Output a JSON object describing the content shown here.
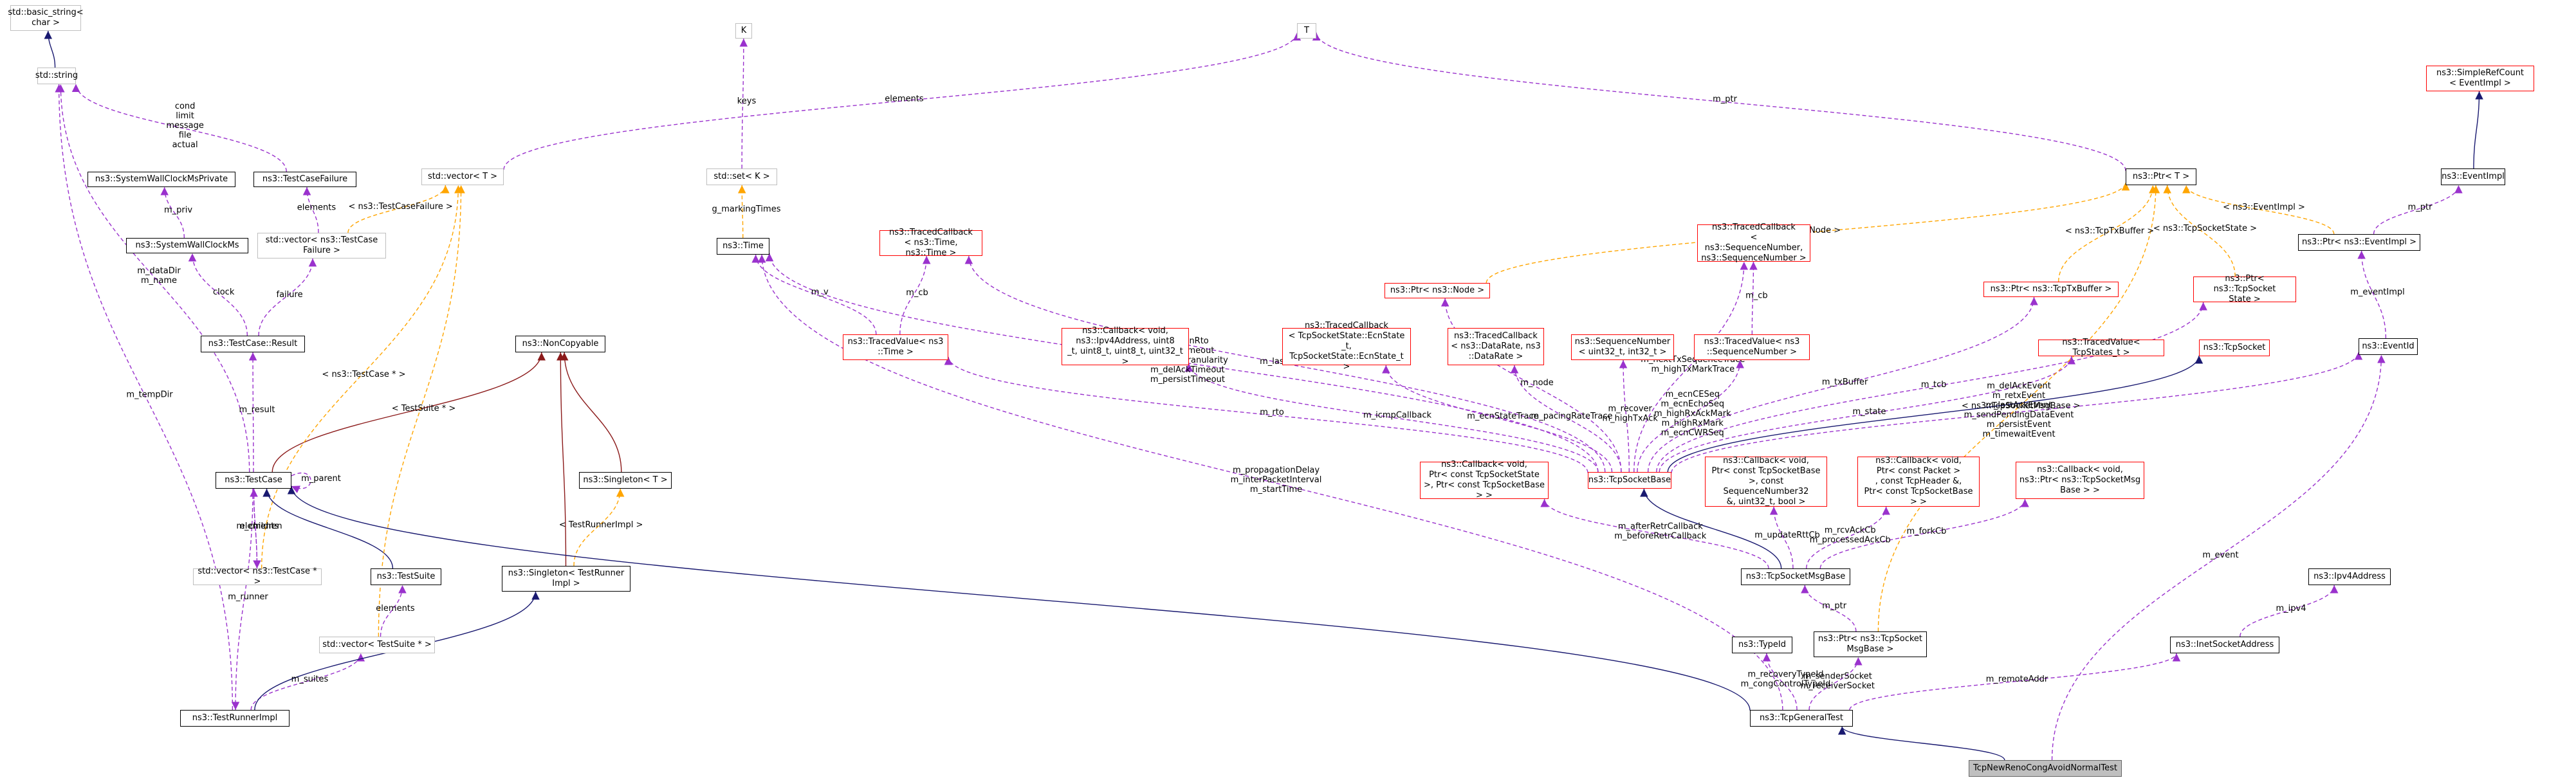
{
  "colors": {
    "inherit": "#191970",
    "usage": "#9a32cd",
    "template": "#ffa500",
    "private": "#8b1a1a"
  },
  "nodes": [
    {
      "id": "basic_string",
      "label": "std::basic_string<\nchar >",
      "style": "grey"
    },
    {
      "id": "string",
      "label": "std::string",
      "style": "grey"
    },
    {
      "id": "T",
      "label": "T",
      "style": "grey"
    },
    {
      "id": "K",
      "label": "K",
      "style": "grey"
    },
    {
      "id": "simplerefcount",
      "label": "ns3::SimpleRefCount\n< EventImpl >",
      "style": "red"
    },
    {
      "id": "swcmp",
      "label": "ns3::SystemWallClockMsPrivate",
      "style": "black"
    },
    {
      "id": "tcf",
      "label": "ns3::TestCaseFailure",
      "style": "black"
    },
    {
      "id": "vecT",
      "label": "std::vector< T >",
      "style": "grey"
    },
    {
      "id": "setK",
      "label": "std::set< K >",
      "style": "grey"
    },
    {
      "id": "ptrT",
      "label": "ns3::Ptr< T >",
      "style": "black"
    },
    {
      "id": "eventimpl",
      "label": "ns3::EventImpl",
      "style": "black"
    },
    {
      "id": "swcm",
      "label": "ns3::SystemWallClockMs",
      "style": "black"
    },
    {
      "id": "vectcf",
      "label": "std::vector< ns3::TestCase\nFailure >",
      "style": "grey"
    },
    {
      "id": "time",
      "label": "ns3::Time",
      "style": "black"
    },
    {
      "id": "tcb_time",
      "label": "ns3::TracedCallback\n< ns3::Time, ns3::Time >",
      "style": "red"
    },
    {
      "id": "tcb_seq",
      "label": "ns3::TracedCallback\n< ns3::SequenceNumber,\n ns3::SequenceNumber >",
      "style": "red"
    },
    {
      "id": "ptr_txbuf",
      "label": "ns3::Ptr< ns3::TcpTxBuffer >",
      "style": "red"
    },
    {
      "id": "ptr_sockstate",
      "label": "ns3::Ptr< ns3::TcpSocket\nState >",
      "style": "red"
    },
    {
      "id": "ptr_eventimpl",
      "label": "ns3::Ptr< ns3::EventImpl >",
      "style": "black"
    },
    {
      "id": "ptr_node",
      "label": "ns3::Ptr< ns3::Node >",
      "style": "red"
    },
    {
      "id": "tcresult",
      "label": "ns3::TestCase::Result",
      "style": "black"
    },
    {
      "id": "noncopyable",
      "label": "ns3::NonCopyable",
      "style": "black"
    },
    {
      "id": "tv_time",
      "label": "ns3::TracedValue< ns3\n::Time >",
      "style": "red"
    },
    {
      "id": "cb_icmp",
      "label": "ns3::Callback< void,\n ns3::Ipv4Address, uint8\n_t, uint8_t, uint8_t, uint32_t >",
      "style": "red"
    },
    {
      "id": "tcb_ecn",
      "label": "ns3::TracedCallback\n< TcpSocketState::EcnState\n_t, TcpSocketState::EcnState_t >",
      "style": "red"
    },
    {
      "id": "tcb_datarate",
      "label": "ns3::TracedCallback\n< ns3::DataRate, ns3\n::DataRate >",
      "style": "red"
    },
    {
      "id": "seqnum",
      "label": "ns3::SequenceNumber\n< uint32_t, int32_t >",
      "style": "red"
    },
    {
      "id": "tv_seq",
      "label": "ns3::TracedValue< ns3\n::SequenceNumber >",
      "style": "red"
    },
    {
      "id": "tv_states",
      "label": "ns3::TracedValue< TcpStates_t >",
      "style": "red"
    },
    {
      "id": "tcpsocket",
      "label": "ns3::TcpSocket",
      "style": "red"
    },
    {
      "id": "eventid",
      "label": "ns3::EventId",
      "style": "black"
    },
    {
      "id": "testcase",
      "label": "ns3::TestCase",
      "style": "black"
    },
    {
      "id": "singletonT",
      "label": "ns3::Singleton< T >",
      "style": "black"
    },
    {
      "id": "cb_state",
      "label": "ns3::Callback< void,\n Ptr< const TcpSocketState\n>, Ptr< const TcpSocketBase > >",
      "style": "red"
    },
    {
      "id": "tcpsocketbase",
      "label": "ns3::TcpSocketBase",
      "style": "red"
    },
    {
      "id": "cb_seqnum",
      "label": "ns3::Callback< void,\n Ptr< const TcpSocketBase\n>, const SequenceNumber32\n &, uint32_t, bool >",
      "style": "red"
    },
    {
      "id": "cb_packet",
      "label": "ns3::Callback< void,\n Ptr< const Packet >\n, const TcpHeader &,\n Ptr< const TcpSocketBase > >",
      "style": "red"
    },
    {
      "id": "cb_msgbase",
      "label": "ns3::Callback< void,\n ns3::Ptr< ns3::TcpSocketMsg\nBase > >",
      "style": "red"
    },
    {
      "id": "singleton_runner",
      "label": "ns3::Singleton< TestRunner\nImpl >",
      "style": "black"
    },
    {
      "id": "vectestcase",
      "label": "std::vector< ns3::TestCase * >",
      "style": "grey"
    },
    {
      "id": "testsuite",
      "label": "ns3::TestSuite",
      "style": "black"
    },
    {
      "id": "msgbase",
      "label": "ns3::TcpSocketMsgBase",
      "style": "black"
    },
    {
      "id": "ipv4addr",
      "label": "ns3::Ipv4Address",
      "style": "black"
    },
    {
      "id": "vecsuite",
      "label": "std::vector< TestSuite * >",
      "style": "grey"
    },
    {
      "id": "typeid",
      "label": "ns3::TypeId",
      "style": "black"
    },
    {
      "id": "ptr_msgbase",
      "label": "ns3::Ptr< ns3::TcpSocket\nMsgBase >",
      "style": "black"
    },
    {
      "id": "inetsock",
      "label": "ns3::InetSocketAddress",
      "style": "black"
    },
    {
      "id": "runnerimpl",
      "label": "ns3::TestRunnerImpl",
      "style": "black"
    },
    {
      "id": "generaltest",
      "label": "ns3::TcpGeneralTest",
      "style": "black"
    },
    {
      "id": "focus",
      "label": "TcpNewRenoCongAvoidNormalTest",
      "style": "focus"
    }
  ],
  "edges": [
    {
      "from": "basic_string",
      "to": "string",
      "kind": "inherit",
      "label": ""
    },
    {
      "from": "simplerefcount",
      "to": "eventimpl",
      "kind": "inherit",
      "label": ""
    },
    {
      "from": "string",
      "to": "tcf",
      "kind": "usage",
      "label": "cond\nlimit\nmessage\nfile\nactual"
    },
    {
      "from": "T",
      "to": "vecT",
      "kind": "usage",
      "label": "elements"
    },
    {
      "from": "T",
      "to": "ptrT",
      "kind": "usage",
      "label": "m_ptr"
    },
    {
      "from": "K",
      "to": "setK",
      "kind": "usage",
      "label": "keys"
    },
    {
      "from": "swcmp",
      "to": "swcm",
      "kind": "usage",
      "label": "m_priv"
    },
    {
      "from": "tcf",
      "to": "vectcf",
      "kind": "usage",
      "label": "elements"
    },
    {
      "from": "vecT",
      "to": "vectcf",
      "kind": "template",
      "label": "< ns3::TestCaseFailure >"
    },
    {
      "from": "setK",
      "to": "time",
      "kind": "template",
      "label": "g_markingTimes"
    },
    {
      "from": "eventimpl",
      "to": "ptr_eventimpl",
      "kind": "usage",
      "label": "m_ptr"
    },
    {
      "from": "ptrT",
      "to": "ptr_node",
      "kind": "template",
      "label": "< ns3::Node >"
    },
    {
      "from": "ptrT",
      "to": "ptr_txbuf",
      "kind": "template",
      "label": "< ns3::TcpTxBuffer >"
    },
    {
      "from": "ptrT",
      "to": "ptr_sockstate",
      "kind": "template",
      "label": "< ns3::TcpSocketState >"
    },
    {
      "from": "ptrT",
      "to": "ptr_eventimpl",
      "kind": "template",
      "label": "< ns3::EventImpl >"
    },
    {
      "from": "swcm",
      "to": "tcresult",
      "kind": "usage",
      "label": "clock"
    },
    {
      "from": "vectcf",
      "to": "tcresult",
      "kind": "usage",
      "label": "failure"
    },
    {
      "from": "time",
      "to": "tv_time",
      "kind": "usage",
      "label": "m_v"
    },
    {
      "from": "tcb_time",
      "to": "tv_time",
      "kind": "usage",
      "label": "m_cb"
    },
    {
      "from": "tcb_seq",
      "to": "tv_seq",
      "kind": "usage",
      "label": "m_cb"
    },
    {
      "from": "ptr_eventimpl",
      "to": "eventid",
      "kind": "usage",
      "label": "m_eventImpl"
    },
    {
      "from": "tcresult",
      "to": "testcase",
      "kind": "usage",
      "label": "m_result"
    },
    {
      "from": "string",
      "to": "testcase",
      "kind": "usage",
      "label": "m_dataDir\nm_name"
    },
    {
      "from": "noncopyable",
      "to": "testcase",
      "kind": "private",
      "label": ""
    },
    {
      "from": "noncopyable",
      "to": "singletonT",
      "kind": "private",
      "label": ""
    },
    {
      "from": "noncopyable",
      "to": "singleton_runner",
      "kind": "private",
      "label": ""
    },
    {
      "from": "testcase",
      "to": "testcase",
      "kind": "usage",
      "label": "m_parent"
    },
    {
      "from": "vecT",
      "to": "vectestcase",
      "kind": "template",
      "label": "< ns3::TestCase * >"
    },
    {
      "from": "testcase",
      "to": "vectestcase",
      "kind": "usage",
      "label": "elements"
    },
    {
      "from": "vectestcase",
      "to": "testcase",
      "kind": "usage",
      "label": "m_children"
    },
    {
      "from": "testcase",
      "to": "testsuite",
      "kind": "inherit",
      "label": ""
    },
    {
      "from": "singletonT",
      "to": "singleton_runner",
      "kind": "template",
      "label": "< TestRunnerImpl >"
    },
    {
      "from": "testsuite",
      "to": "vecsuite",
      "kind": "usage",
      "label": "elements"
    },
    {
      "from": "vecT",
      "to": "vecsuite",
      "kind": "template",
      "label": "< TestSuite * >"
    },
    {
      "from": "vecsuite",
      "to": "runnerimpl",
      "kind": "usage",
      "label": "m_suites"
    },
    {
      "from": "singleton_runner",
      "to": "runnerimpl",
      "kind": "inherit",
      "label": ""
    },
    {
      "from": "runnerimpl",
      "to": "testcase",
      "kind": "usage",
      "label": "m_runner"
    },
    {
      "from": "string",
      "to": "runnerimpl",
      "kind": "usage",
      "label": "m_tempDir"
    },
    {
      "from": "time",
      "to": "tcpsocketbase",
      "kind": "usage",
      "label": "m_minRto\nm_clTimeout\nm_clockGranularity\nm_delAckTimeout\nm_persistTimeout"
    },
    {
      "from": "tv_time",
      "to": "tcpsocketbase",
      "kind": "usage",
      "label": "m_rto"
    },
    {
      "from": "tcb_time",
      "to": "tcpsocketbase",
      "kind": "usage",
      "label": "m_lastRttTrace"
    },
    {
      "from": "cb_icmp",
      "to": "tcpsocketbase",
      "kind": "usage",
      "label": "m_icmpCallback"
    },
    {
      "from": "ptr_node",
      "to": "tcpsocketbase",
      "kind": "usage",
      "label": "m_node"
    },
    {
      "from": "tcb_ecn",
      "to": "tcpsocketbase",
      "kind": "usage",
      "label": "m_ecnStateTrace"
    },
    {
      "from": "tcb_datarate",
      "to": "tcpsocketbase",
      "kind": "usage",
      "label": "m_pacingRateTrace"
    },
    {
      "from": "seqnum",
      "to": "tcpsocketbase",
      "kind": "usage",
      "label": "m_recover\nm_highTxAck"
    },
    {
      "from": "tcb_seq",
      "to": "tcpsocketbase",
      "kind": "usage",
      "label": "m_nextTxSequenceTrace\nm_highTxMarkTrace"
    },
    {
      "from": "tv_seq",
      "to": "tcpsocketbase",
      "kind": "usage",
      "label": "m_ecnCESeq\nm_ecnEchoSeq\nm_highRxAckMark\nm_highRxMark\nm_ecnCWRSeq"
    },
    {
      "from": "ptr_txbuf",
      "to": "tcpsocketbase",
      "kind": "usage",
      "label": "m_txBuffer"
    },
    {
      "from": "tv_states",
      "to": "tcpsocketbase",
      "kind": "usage",
      "label": "m_state"
    },
    {
      "from": "ptr_sockstate",
      "to": "tcpsocketbase",
      "kind": "usage",
      "label": "m_tcb"
    },
    {
      "from": "tcpsocket",
      "to": "tcpsocketbase",
      "kind": "inherit",
      "label": ""
    },
    {
      "from": "eventid",
      "to": "tcpsocketbase",
      "kind": "usage",
      "label": "m_delAckEvent\nm_retxEvent\nm_lastAckEvent\nm_sendPendingDataEvent\nm_persistEvent\nm_timewaitEvent"
    },
    {
      "from": "tcpsocketbase",
      "to": "msgbase",
      "kind": "inherit",
      "label": ""
    },
    {
      "from": "cb_state",
      "to": "msgbase",
      "kind": "usage",
      "label": "m_afterRetrCallback\nm_beforeRetrCallback"
    },
    {
      "from": "cb_seqnum",
      "to": "msgbase",
      "kind": "usage",
      "label": "m_updateRttCb"
    },
    {
      "from": "cb_packet",
      "to": "msgbase",
      "kind": "usage",
      "label": "m_rcvAckCb\nm_processedAckCb"
    },
    {
      "from": "cb_msgbase",
      "to": "msgbase",
      "kind": "usage",
      "label": "m_forkCb"
    },
    {
      "from": "msgbase",
      "to": "ptr_msgbase",
      "kind": "usage",
      "label": "m_ptr"
    },
    {
      "from": "ptrT",
      "to": "ptr_msgbase",
      "kind": "template",
      "label": "< ns3::TcpSocketMsgBase >"
    },
    {
      "from": "ipv4addr",
      "to": "inetsock",
      "kind": "usage",
      "label": "m_ipv4"
    },
    {
      "from": "testcase",
      "to": "generaltest",
      "kind": "inherit",
      "label": ""
    },
    {
      "from": "time",
      "to": "generaltest",
      "kind": "usage",
      "label": "m_propagationDelay\nm_interPacketInterval\nm_startTime"
    },
    {
      "from": "typeid",
      "to": "generaltest",
      "kind": "usage",
      "label": "m_recoveryTypeId\nm_congControlTypeId"
    },
    {
      "from": "ptr_msgbase",
      "to": "generaltest",
      "kind": "usage",
      "label": "m_senderSocket\nm_receiverSocket"
    },
    {
      "from": "inetsock",
      "to": "generaltest",
      "kind": "usage",
      "label": "m_remoteAddr"
    },
    {
      "from": "generaltest",
      "to": "focus",
      "kind": "inherit",
      "label": ""
    },
    {
      "from": "eventid",
      "to": "focus",
      "kind": "usage",
      "label": "m_event"
    }
  ]
}
